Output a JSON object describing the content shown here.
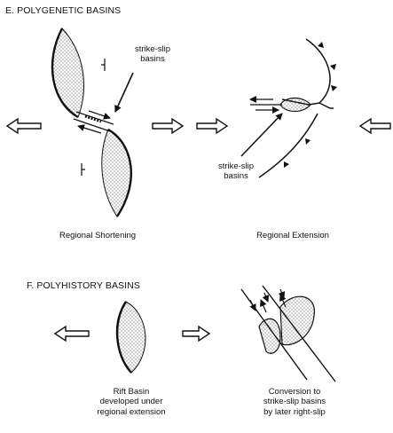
{
  "sections": {
    "polygenetic": {
      "title": "E. POLYGENETIC BASINS",
      "label_strike_slip_1": [
        "strike-slip",
        "basins"
      ],
      "label_strike_slip_2": [
        "strike-slip",
        "basins"
      ],
      "caption_left": "Regional Shortening",
      "caption_right": "Regional Extension"
    },
    "polyhistory": {
      "title": "F. POLYHISTORY BASINS",
      "caption_left": [
        "Rift Basin",
        "developed under",
        "regional extension"
      ],
      "caption_right": [
        "Conversion to",
        "strike-slip basins",
        "by later right-slip"
      ]
    }
  },
  "colors": {
    "ink": "#111111",
    "stipple": "#555555",
    "background": "#ffffff"
  }
}
